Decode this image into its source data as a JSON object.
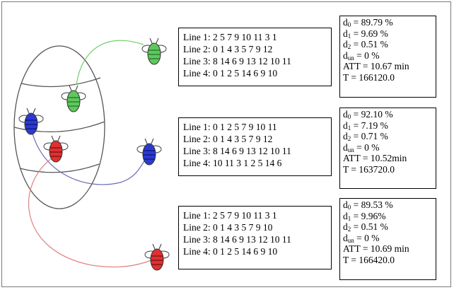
{
  "colors": {
    "green": "#22bb22",
    "blue": "#2233cc",
    "red": "#dd2222",
    "outline": "#555555"
  },
  "panels": [
    {
      "accent": "green",
      "lines": [
        "Line 1: 2 5 7 9 10 11 3 1",
        "Line 2: 0 1 4 3 5 7 9 12",
        "Line 3: 8 14 6 9 13 12 10 11",
        "Line 4: 0 1 2 5 14 6 9 10"
      ],
      "d0": " = 89.79 %",
      "d1": " = 9.69 %",
      "d2": " = 0.51 %",
      "dun": " = 0 %",
      "att": "ATT = 10.67 min",
      "t": "T = 166120.0"
    },
    {
      "accent": "blue",
      "lines": [
        "Line 1: 0 1 2 5 7 9 10 11",
        "Line 2: 0 1 4 3 5 7 9 12",
        "Line 3: 8 14 6 9 13 12 10 11",
        "Line 4: 10 11 3 1 2 5 14 6"
      ],
      "d0": " = 92.10 %",
      "d1": " = 7.19 %",
      "d2": " = 0.71 %",
      "dun": " = 0 %",
      "att": "ATT = 10.52min",
      "t": "T = 163720.0"
    },
    {
      "accent": "red",
      "lines": [
        "Line 1: 2 5 7 9 10 11 3 1",
        "Line 2: 0 1 4 3 5 7 9 10",
        "Line 3: 8 14 6 9 13 12 10 11",
        "Line 4: 0 1 2 5 14 6 9 10"
      ],
      "d0": " = 89.53 %",
      "d1": " = 9.96%",
      "d2": " = 0.51 %",
      "dun": " = 0 %",
      "att": "ATT = 10.69 min",
      "t": "T = 166420.0"
    }
  ],
  "symbols": {
    "d": "d",
    "sub0": "0",
    "sub1": "1",
    "sub2": "2",
    "subun": "un"
  }
}
